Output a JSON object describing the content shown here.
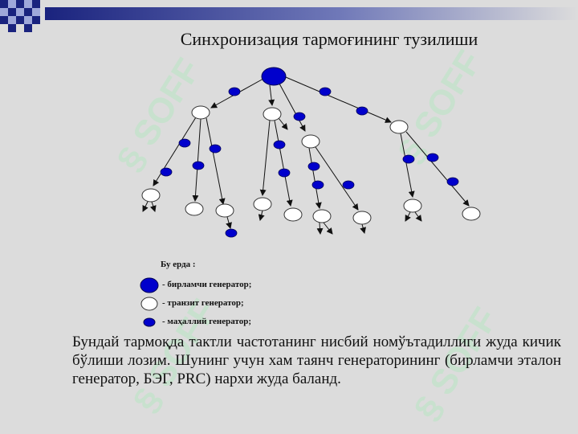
{
  "slide": {
    "title": "Синхронизация тармоғининг тузилиши",
    "watermark": "SOFF",
    "legend": {
      "title": "Бу ерда :",
      "items": [
        {
          "symbol": "primary-generator-node",
          "label": "- бирламчи генератор;"
        },
        {
          "symbol": "transit-generator-node",
          "label": "- транзит генератор;"
        },
        {
          "symbol": "local-generator-node",
          "label": "- маҳаллий генератор;"
        }
      ]
    },
    "body_text": "Бундай тармоқда тактли частотанинг нисбий номўътадиллиги жуда кичик бўлиши лозим. Шунинг учун хам таянч генераторининг (бирламчи эталон генератор, БЭГ, PRC) нархи жуда баланд."
  },
  "colors": {
    "background": "#dcdcdc",
    "primary_node": "#0000cc",
    "local_node": "#0000cc",
    "transit_node": "#ffffff",
    "header_dark": "#1a237e",
    "header_light": "#c5cae9",
    "watermark": "#b9e6c4"
  }
}
